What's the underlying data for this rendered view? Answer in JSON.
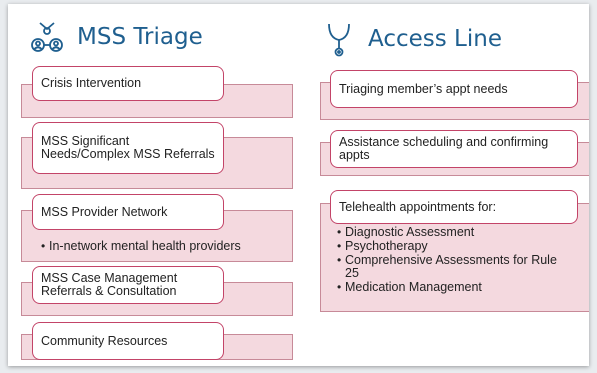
{
  "left": {
    "title": "MSS Triage",
    "icon": "people-network-icon",
    "items": [
      "Crisis Intervention",
      "MSS Significant Needs/Complex MSS Referrals",
      "MSS Provider Network",
      "MSS Case Management Referrals  & Consultation",
      "Community Resources"
    ],
    "provider_bullets": [
      "In-network mental health providers"
    ]
  },
  "right": {
    "title": "Access Line",
    "icon": "stethoscope-icon",
    "items": [
      "Triaging member’s appt needs",
      "Assistance scheduling and confirming appts",
      "Telehealth appointments for:"
    ],
    "telehealth_bullets": [
      "Diagnostic Assessment",
      "Psychotherapy",
      "Comprehensive Assessments for Rule 25",
      "Medication Management"
    ]
  },
  "colors": {
    "accent": "#c34468",
    "band_fill": "#f4d9df",
    "heading": "#1f5f8f"
  }
}
